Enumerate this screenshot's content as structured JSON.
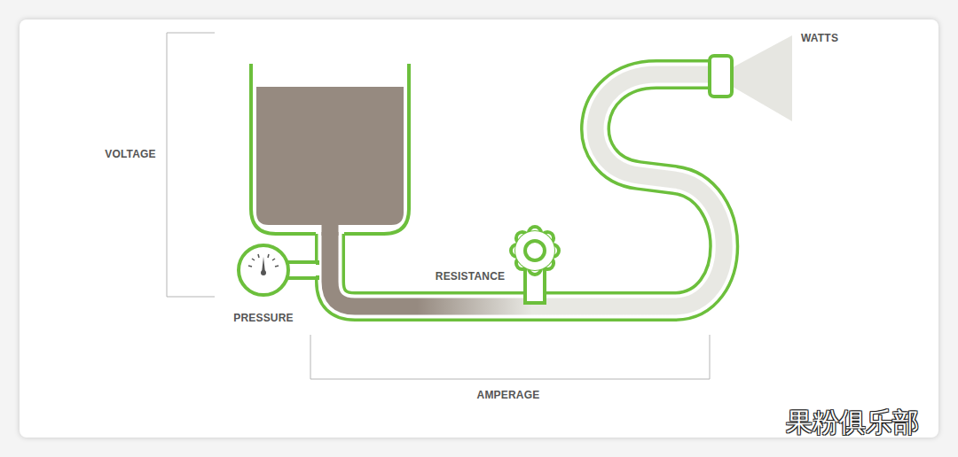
{
  "diagram": {
    "labels": [
      "WATTS",
      "VOLTAGE",
      "RESISTANCE",
      "PRESSURE",
      "AMPERAGE",
      "果粉俱乐部"
    ]
  }
}
